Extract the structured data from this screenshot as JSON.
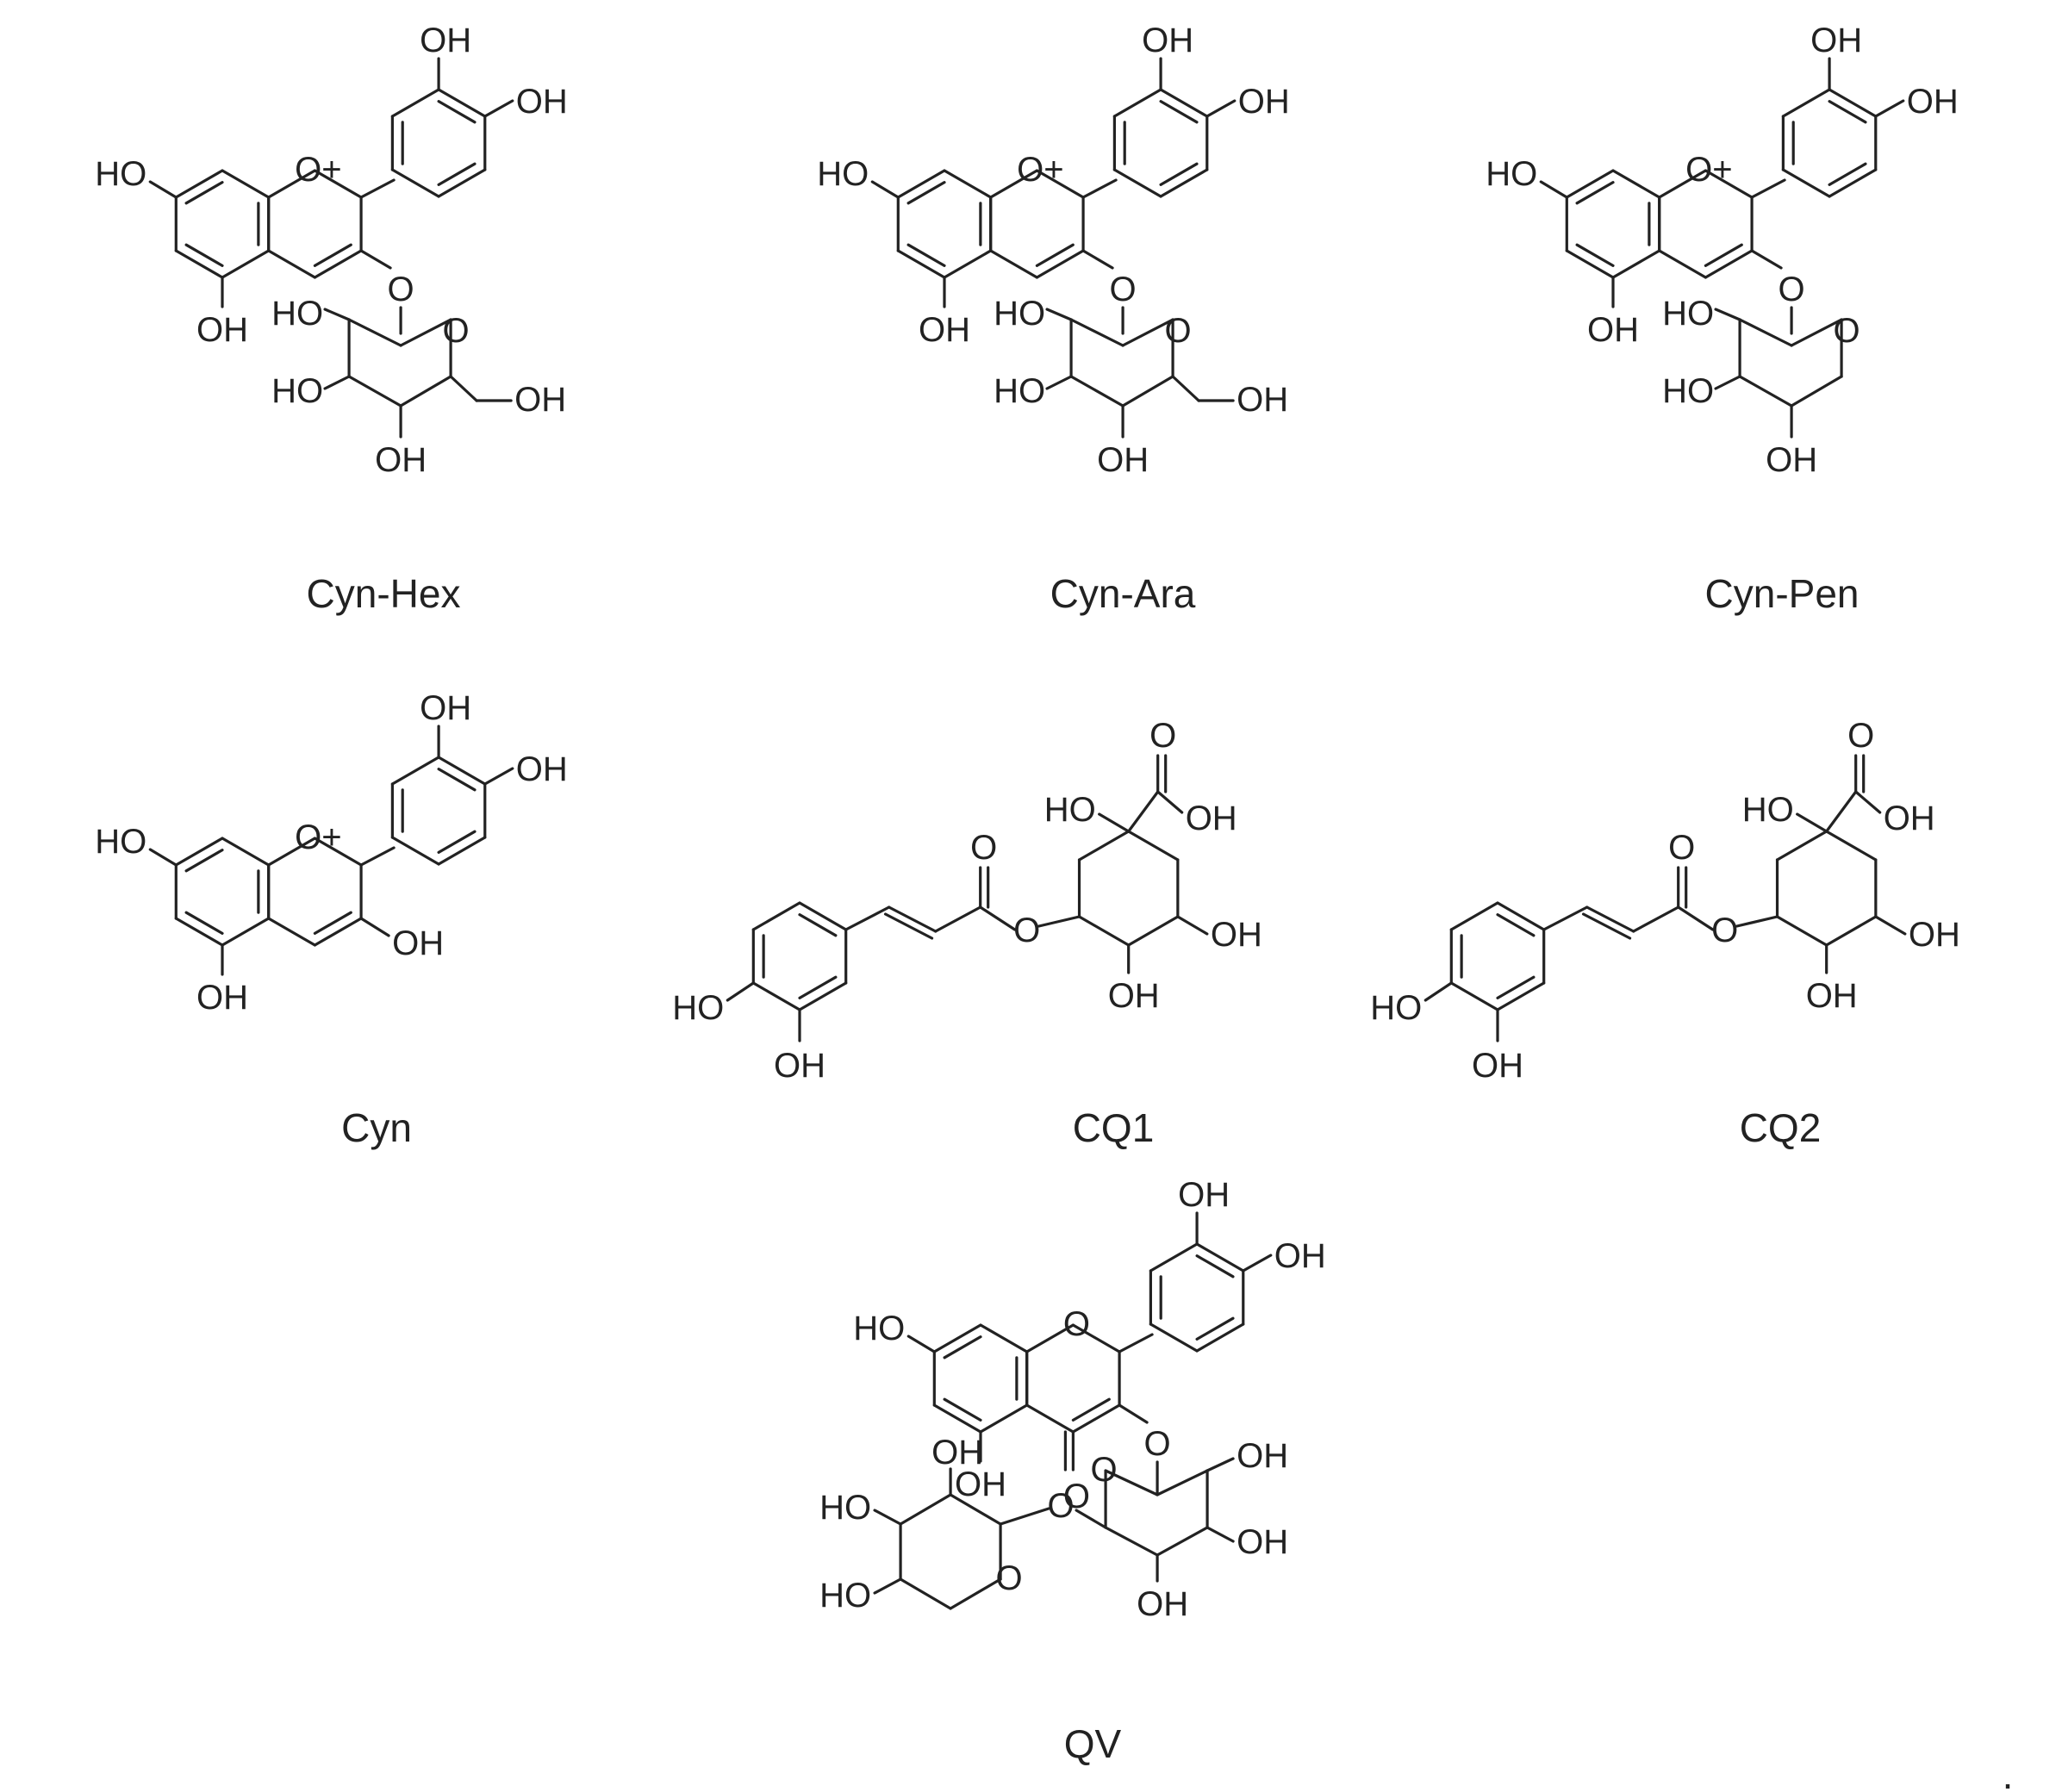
{
  "figure": {
    "labels": {
      "OH": "OH",
      "HO": "HO",
      "O": "O",
      "O_plus": "O+",
      "dot": "."
    },
    "compounds": [
      {
        "id": "cyn-hex",
        "caption": "Cyn-Hex"
      },
      {
        "id": "cyn-ara",
        "caption": "Cyn-Ara"
      },
      {
        "id": "cyn-pen",
        "caption": "Cyn-Pen"
      },
      {
        "id": "cyn",
        "caption": "Cyn"
      },
      {
        "id": "cq1",
        "caption": "CQ1"
      },
      {
        "id": "cq2",
        "caption": "CQ2"
      },
      {
        "id": "qv",
        "caption": "QV"
      }
    ]
  }
}
